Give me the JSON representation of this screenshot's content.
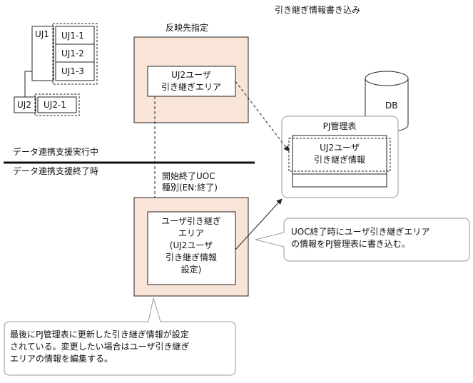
{
  "title": "引き継ぎ情報書き込み",
  "tree": {
    "uj1": "UJ1",
    "uj1_children": [
      "UJ1-1",
      "UJ1-2",
      "UJ1-3"
    ],
    "uj2": "UJ2",
    "uj2_children": [
      "UJ2-1"
    ]
  },
  "target_panel": {
    "heading": "反映先指定",
    "area_lines": [
      "UJ2ユーザ",
      "引き継ぎエリア"
    ]
  },
  "phase": {
    "running": "データ連携支援実行中",
    "ended": "データ連携支援終了時"
  },
  "uoc_label": [
    "開始終了UOC",
    "種別(EN:終了)"
  ],
  "user_area_lines": [
    "ユーザ引き継ぎ",
    "エリア",
    "(UJ2ユーザ",
    "引き継ぎ情報",
    "設定)"
  ],
  "db_label": "DB",
  "pj_table": {
    "heading": "PJ管理表",
    "row_lines": [
      "UJ2ユーザ",
      "引き継ぎ情報"
    ]
  },
  "callout_right": [
    "UOC終了時にユーザ引き継ぎエリア",
    "の情報をPJ管理表に書き込む。"
  ],
  "callout_bottom": [
    "最後にPJ管理表に更新した引き継ぎ情報が設定",
    "されている。変更したい場合はユーザ引き継ぎ",
    "エリアの情報を編集する。"
  ]
}
